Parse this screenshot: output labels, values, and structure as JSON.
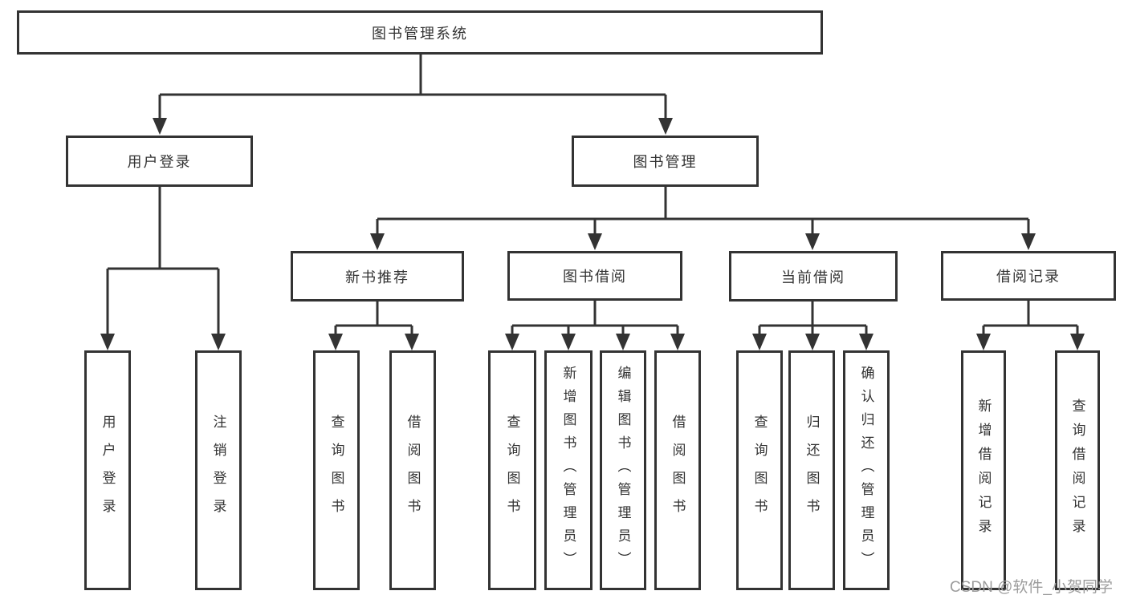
{
  "diagram": {
    "root": "图书管理系统",
    "login": {
      "label": "用户登录",
      "leaves": [
        "用户登录",
        "注销登录"
      ]
    },
    "mgmt": {
      "label": "图书管理",
      "groups": [
        {
          "label": "新书推荐",
          "leaves": [
            "查询图书",
            "借阅图书"
          ]
        },
        {
          "label": "图书借阅",
          "leaves": [
            "查询图书",
            "新增图书（管理员）",
            "编辑图书（管理员）",
            "借阅图书"
          ]
        },
        {
          "label": "当前借阅",
          "leaves": [
            "查询图书",
            "归还图书",
            "确认归还（管理员）"
          ]
        },
        {
          "label": "借阅记录",
          "leaves": [
            "新增借阅记录",
            "查询借阅记录"
          ]
        }
      ]
    }
  },
  "watermark": "CSDN @软件_小贺同学",
  "colors": {
    "line": "#333333",
    "box_border": "#333333",
    "text": "#333333",
    "watermark": "#9c9c9c",
    "background": "#ffffff"
  }
}
